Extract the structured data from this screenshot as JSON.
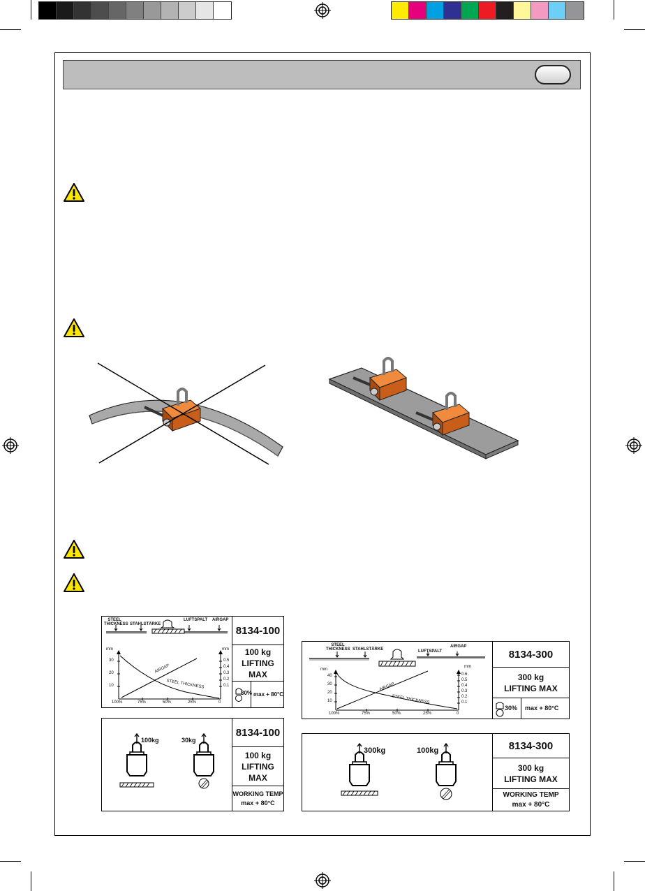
{
  "print_colors": {
    "gray_ramp": [
      "#000000",
      "#1a1a1a",
      "#333333",
      "#4d4d4d",
      "#666666",
      "#808080",
      "#999999",
      "#b3b3b3",
      "#cccccc",
      "#e6e6e6",
      "#ffffff"
    ],
    "process": [
      "#ffec00",
      "#e6007e",
      "#00a0e3",
      "#2e3192",
      "#00a651",
      "#ed1c24",
      "#231f20",
      "#fff799",
      "#f49ac1",
      "#6dcff6",
      "#939598"
    ]
  },
  "header": {
    "accent": "#bdbdbd"
  },
  "warning_icon": "warning-triangle-icon",
  "labels": [
    {
      "model": "8134-100",
      "capacity": "100 kg",
      "lifting": "LIFTING MAX",
      "pct": "30%",
      "temp": "max + 80°C",
      "steel_thickness": "STEEL THICKNESS",
      "stahlstarke": "STAHLSTÄRKE",
      "luftspalt": "LUFTSPALT",
      "airgap": "AIRGAP",
      "mm": "mm",
      "left_ticks": [
        "30",
        "20",
        "10"
      ],
      "right_ticks": [
        "0.5",
        "0.4",
        "0.3",
        "0.2",
        "0.1"
      ],
      "x_ticks": [
        "100%",
        "75%",
        "50%",
        "25%",
        "0"
      ],
      "curve_airgap": "AIRGAP",
      "curve_steel": "STEEL THICKNESS"
    },
    {
      "model": "8134-300",
      "capacity": "300 kg",
      "lifting": "LIFTING MAX",
      "pct": "30%",
      "temp": "max + 80°C",
      "steel_thickness": "STEEL THICKNESS",
      "stahlstarke": "STAHLSTÄRKE",
      "luftspalt": "LUFTSPALT",
      "airgap": "AIRGAP",
      "mm": "mm",
      "left_ticks": [
        "40",
        "30",
        "20",
        "10"
      ],
      "right_ticks": [
        "0.6",
        "0.5",
        "0.4",
        "0.3",
        "0.2",
        "0.1"
      ],
      "x_ticks": [
        "100%",
        "75%",
        "50%",
        "25%",
        "0"
      ],
      "curve_airgap": "AIRGAP",
      "curve_steel": "STEEL THICKNESS"
    }
  ],
  "load_labels": [
    {
      "model": "8134-100",
      "capacity": "100 kg",
      "lifting": "LIFTING MAX",
      "flat_load": "100kg",
      "round_load": "30kg",
      "temp_title": "WORKING TEMP",
      "temp": "max + 80°C"
    },
    {
      "model": "8134-300",
      "capacity": "300 kg",
      "lifting": "LIFTING MAX",
      "flat_load": "300kg",
      "round_load": "100kg",
      "temp_title": "WORKING TEMP",
      "temp": "max + 80°C"
    }
  ]
}
